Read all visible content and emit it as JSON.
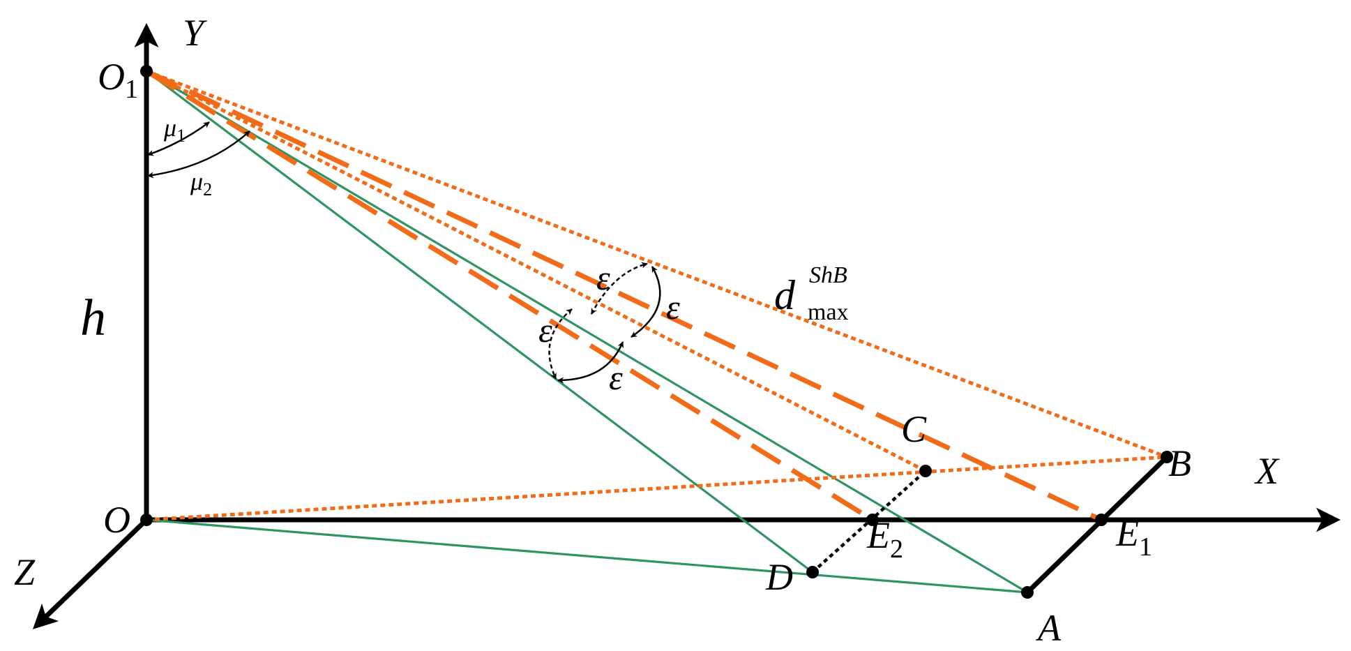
{
  "axes": {
    "x": "X",
    "y": "Y",
    "z": "Z"
  },
  "points": {
    "O1": {
      "main": "O",
      "sub": "1"
    },
    "O": "O",
    "A": "A",
    "B": "B",
    "C": "C",
    "D": "D",
    "E1": {
      "main": "E",
      "sub": "1"
    },
    "E2": {
      "main": "E",
      "sub": "2"
    }
  },
  "height_label": "h",
  "angles": {
    "mu1": {
      "main": "μ",
      "sub": "1"
    },
    "mu2": {
      "main": "μ",
      "sub": "2"
    },
    "epsilon": "ε"
  },
  "distance_label": {
    "main": "d",
    "sup": "ShB",
    "sub": "max"
  },
  "colors": {
    "orange": "#f26b18",
    "green": "#2e9460",
    "black": "#000000"
  }
}
